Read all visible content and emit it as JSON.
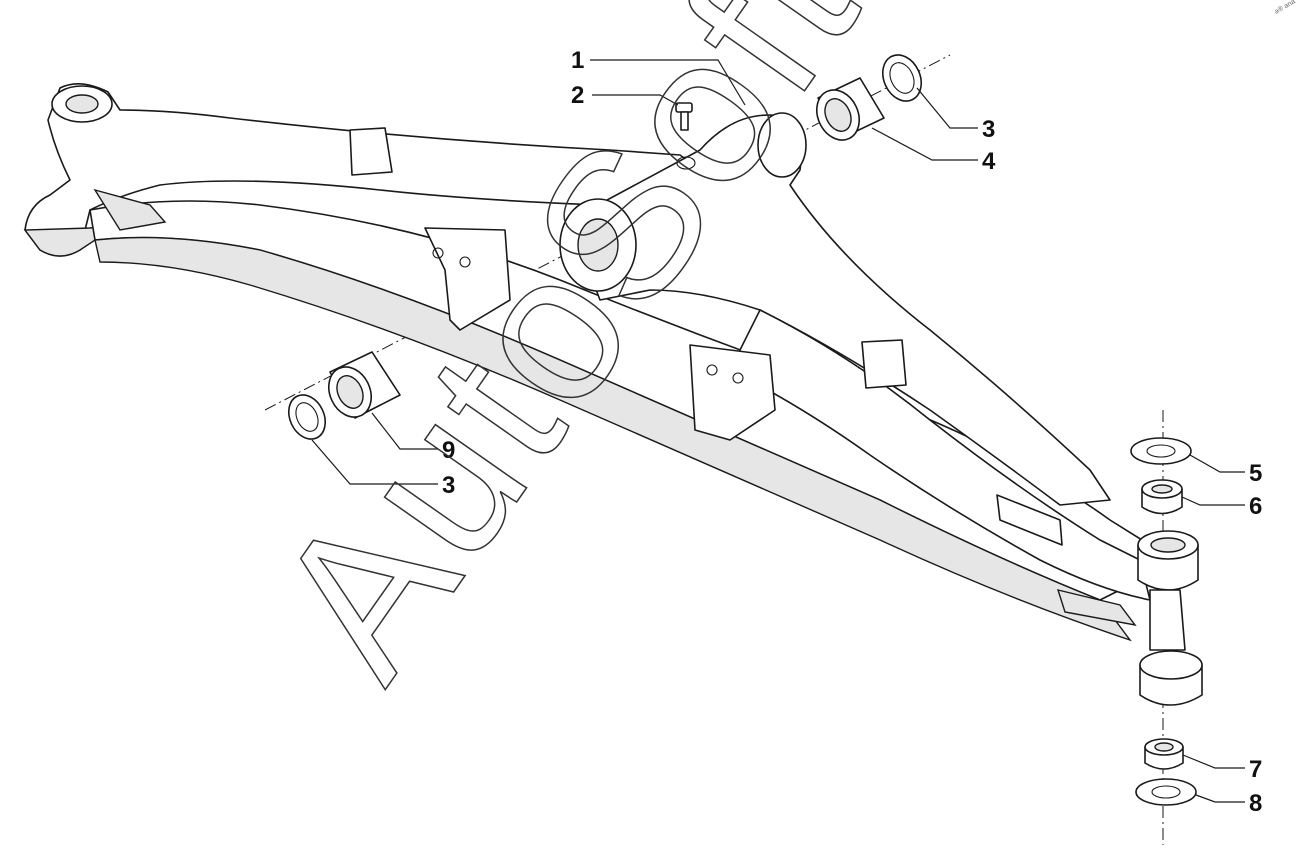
{
  "watermark": {
    "text": "AutoSoft",
    "corner_mark": "a® ana"
  },
  "callouts": [
    {
      "id": "callout-1-upper",
      "label": "1"
    },
    {
      "id": "callout-2",
      "label": "2"
    },
    {
      "id": "callout-3-upper",
      "label": "3"
    },
    {
      "id": "callout-4",
      "label": "4"
    },
    {
      "id": "callout-9",
      "label": "9"
    },
    {
      "id": "callout-3-lower",
      "label": "3"
    },
    {
      "id": "callout-5",
      "label": "5"
    },
    {
      "id": "callout-6",
      "label": "6"
    },
    {
      "id": "callout-7",
      "label": "7"
    },
    {
      "id": "callout-8",
      "label": "8"
    }
  ],
  "colors": {
    "line": "#1a1a1a",
    "background": "#ffffff",
    "shade": "#e6e6e6"
  }
}
